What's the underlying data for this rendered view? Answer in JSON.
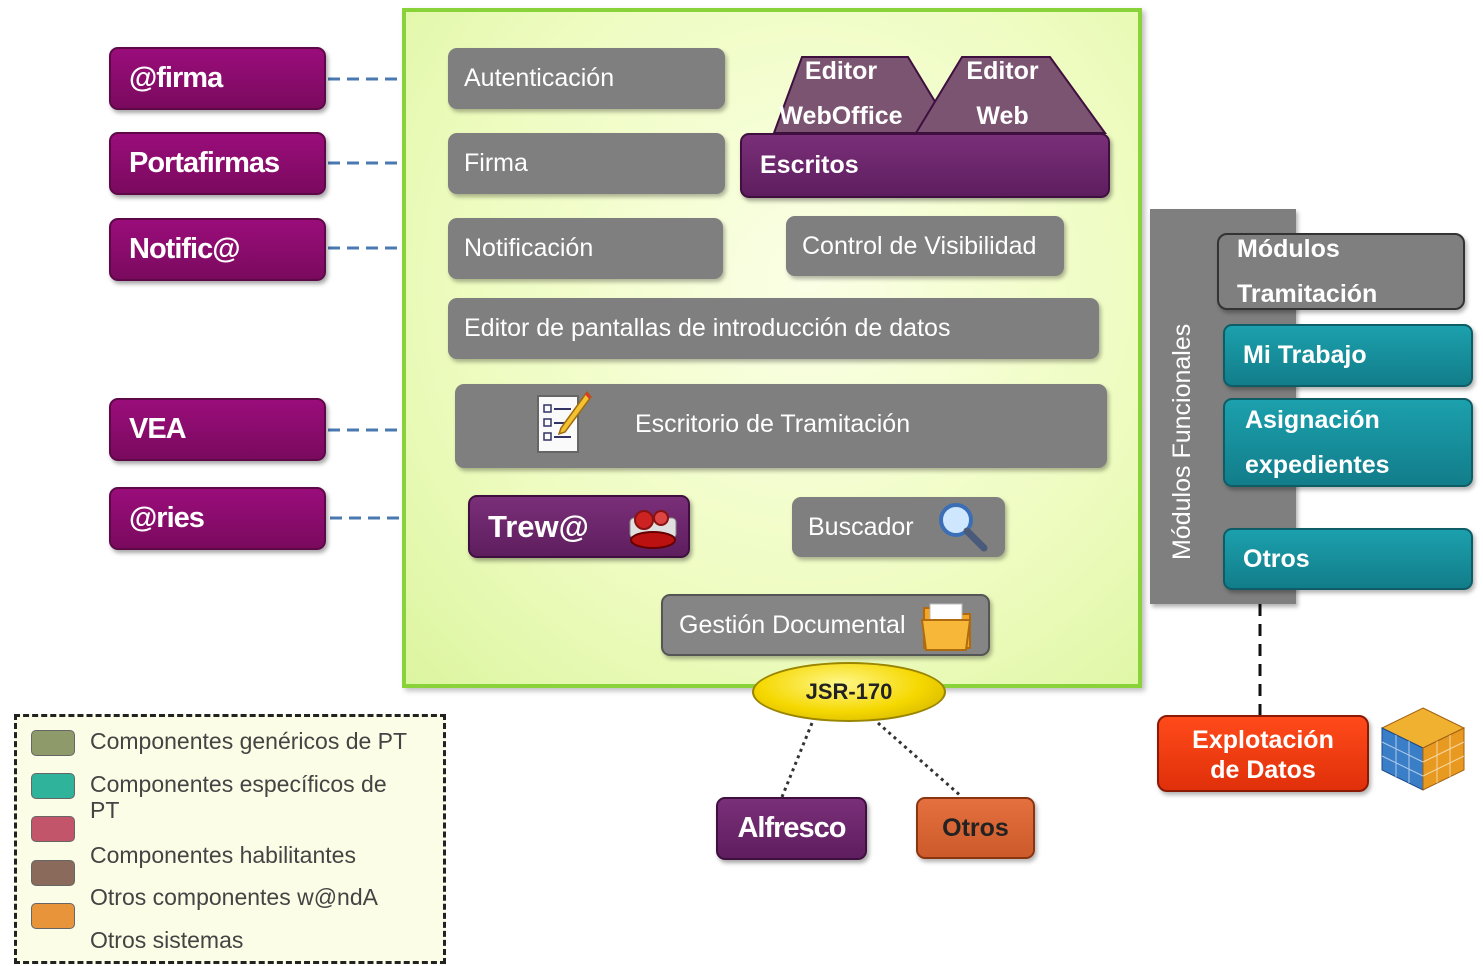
{
  "external": {
    "firma": "@firma",
    "portafirmas": "Portafirmas",
    "notifica": "Notific@",
    "vea": "VEA",
    "ries": "@ries"
  },
  "components": {
    "autenticacion": "Autenticación",
    "firma": "Firma",
    "notificacion": "Notificación",
    "control_visibilidad": "Control de Visibilidad",
    "editor_pantallas": "Editor de pantallas de introducción de datos",
    "escritorio": "Escritorio de Tramitación",
    "trewa": "Trew@",
    "buscador": "Buscador",
    "gestion_documental": "Gestión Documental",
    "jsr": "JSR-170"
  },
  "escritos": {
    "editor_weboffice_line1": "Editor",
    "editor_weboffice_line2": "WebOffice",
    "editor_web_line1": "Editor",
    "editor_web_line2": "Web",
    "label": "Escritos"
  },
  "storage": {
    "alfresco": "Alfresco",
    "otros": "Otros"
  },
  "modulos": {
    "panel_label": "Módulos Funcionales",
    "tramitacion_line1": "Módulos",
    "tramitacion_line2": "Tramitación",
    "mi_trabajo": "Mi Trabajo",
    "asignacion_line1": "Asignación",
    "asignacion_line2": "expedientes",
    "otros": "Otros"
  },
  "explotacion": {
    "line1": "Explotación",
    "line2": "de Datos"
  },
  "legend": [
    {
      "label": "Componentes genéricos de PT",
      "color": "#8f9a6a"
    },
    {
      "label": "Componentes específicos de PT",
      "color": "#2fb39a"
    },
    {
      "label": "Componentes habilitantes",
      "color": "#c2556a"
    },
    {
      "label": "Otros componentes w@ndA",
      "color": "#8a6a5a"
    },
    {
      "label": "Otros sistemas",
      "color": "#e8943a"
    }
  ],
  "colors": {
    "external_purple": "#9a0d7b",
    "component_gray": "#7f7f7f",
    "wanda_purple": "#5e1e5e",
    "module_teal": "#1ca0ad",
    "main_border_green": "#8ad23a",
    "explotacion_red": "#ee3311",
    "otros_orange": "#dd6633",
    "jsr_yellow": "#f5d800"
  }
}
